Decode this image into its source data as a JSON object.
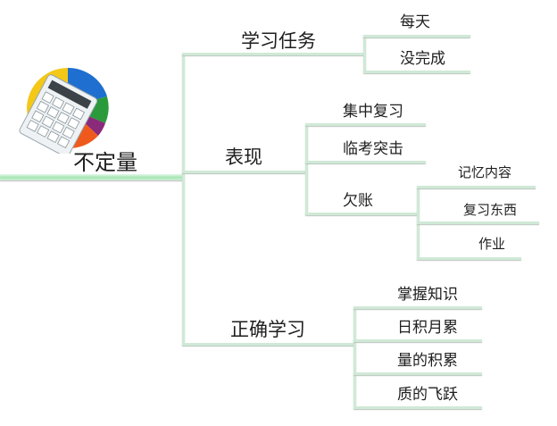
{
  "root": {
    "label": "不定量",
    "icon": "calculator-pie-icon"
  },
  "branches": [
    {
      "label": "学习任务",
      "children": [
        {
          "label": "每天"
        },
        {
          "label": "没完成"
        }
      ]
    },
    {
      "label": "表现",
      "children": [
        {
          "label": "集中复习"
        },
        {
          "label": "临考突击"
        },
        {
          "label": "欠账",
          "children": [
            {
              "label": "记忆内容"
            },
            {
              "label": "复习东西"
            },
            {
              "label": "作业"
            }
          ]
        }
      ]
    },
    {
      "label": "正确学习",
      "children": [
        {
          "label": "掌握知识"
        },
        {
          "label": "日积月累"
        },
        {
          "label": "量的积累"
        },
        {
          "label": "质的飞跃"
        }
      ]
    }
  ],
  "colors": {
    "connector": "#cfe9d6",
    "root_bar": "#a8e6b4"
  }
}
